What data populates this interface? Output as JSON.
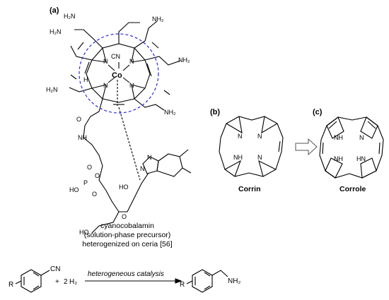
{
  "panel_a": {
    "label": "(a)",
    "metal": "Co",
    "axial": "CN",
    "substituents": {
      "amide1": "H₂N",
      "amide2": "H₂N",
      "amide3": "NH₂",
      "amide4": "NH₂",
      "amide5": "H₂N",
      "amide6": "NH₂"
    },
    "atoms": {
      "n_tl": "N",
      "n_tr": "N",
      "n_bl": "N",
      "n_br": "N",
      "h_label": "H",
      "nh": "NH",
      "o_amide": "O",
      "o_pa": "O",
      "o_pb": "O",
      "o_pc": "O",
      "p": "P",
      "ho_p": "HO",
      "n_imid1": "N",
      "n_imid2": "N",
      "oh_sugar": "HO",
      "ho_sugar": "HO",
      "o_ring": "O"
    },
    "caption_lines": [
      "cyanocobalamin",
      "(solution-phase precursor)",
      "heterogenized on ceria [56]"
    ]
  },
  "panel_b": {
    "label": "(b)",
    "name": "Corrin",
    "atoms": {
      "n1": "N",
      "n2": "N",
      "n3": "NH",
      "n4": "N"
    }
  },
  "panel_c": {
    "label": "(c)",
    "name": "Corrole",
    "atoms": {
      "n1": "NH",
      "n2": "N",
      "n3": "NH",
      "n4": "HN"
    }
  },
  "reaction": {
    "r_left": "R",
    "cn": "CN",
    "plus": "+",
    "h2_coef": "2",
    "h2": "H₂",
    "conditions": "heterogeneous catalysis",
    "r_right": "R",
    "nh2": "NH₂"
  },
  "colors": {
    "cobalt": "#1f3fbf",
    "dashed_circle": "#2a2ae0",
    "bond": "#000000"
  }
}
